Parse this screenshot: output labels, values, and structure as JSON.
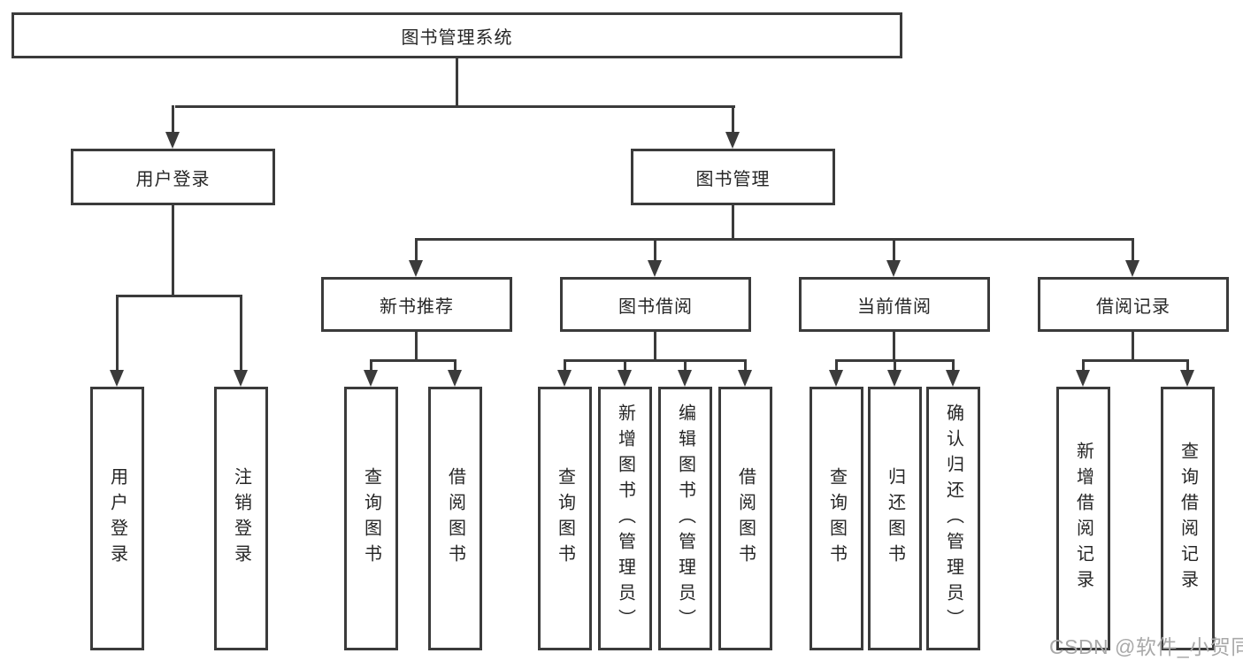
{
  "tree": {
    "root": "图书管理系统",
    "user_login": {
      "label": "用户登录",
      "children": [
        "用户登录",
        "注销登录"
      ]
    },
    "book_management": {
      "label": "图书管理"
    },
    "new_books": {
      "label": "新书推荐",
      "children": [
        "查询图书",
        "借阅图书"
      ]
    },
    "book_borrow": {
      "label": "图书借阅",
      "children": [
        "查询图书",
        "新增图书（管理员）",
        "编辑图书（管理员）",
        "借阅图书"
      ]
    },
    "current_borrow": {
      "label": "当前借阅",
      "children": [
        "查询图书",
        "归还图书",
        "确认归还（管理员）"
      ]
    },
    "borrow_records": {
      "label": "借阅记录",
      "children": [
        "新增借阅记录",
        "查询借阅记录"
      ]
    },
    "watermark": "CSDN @软件_小贺同学"
  },
  "colors": {
    "line": "#3b3b3b",
    "text": "#262626",
    "background": "#ffffff",
    "watermark": "#a9a9a9"
  }
}
